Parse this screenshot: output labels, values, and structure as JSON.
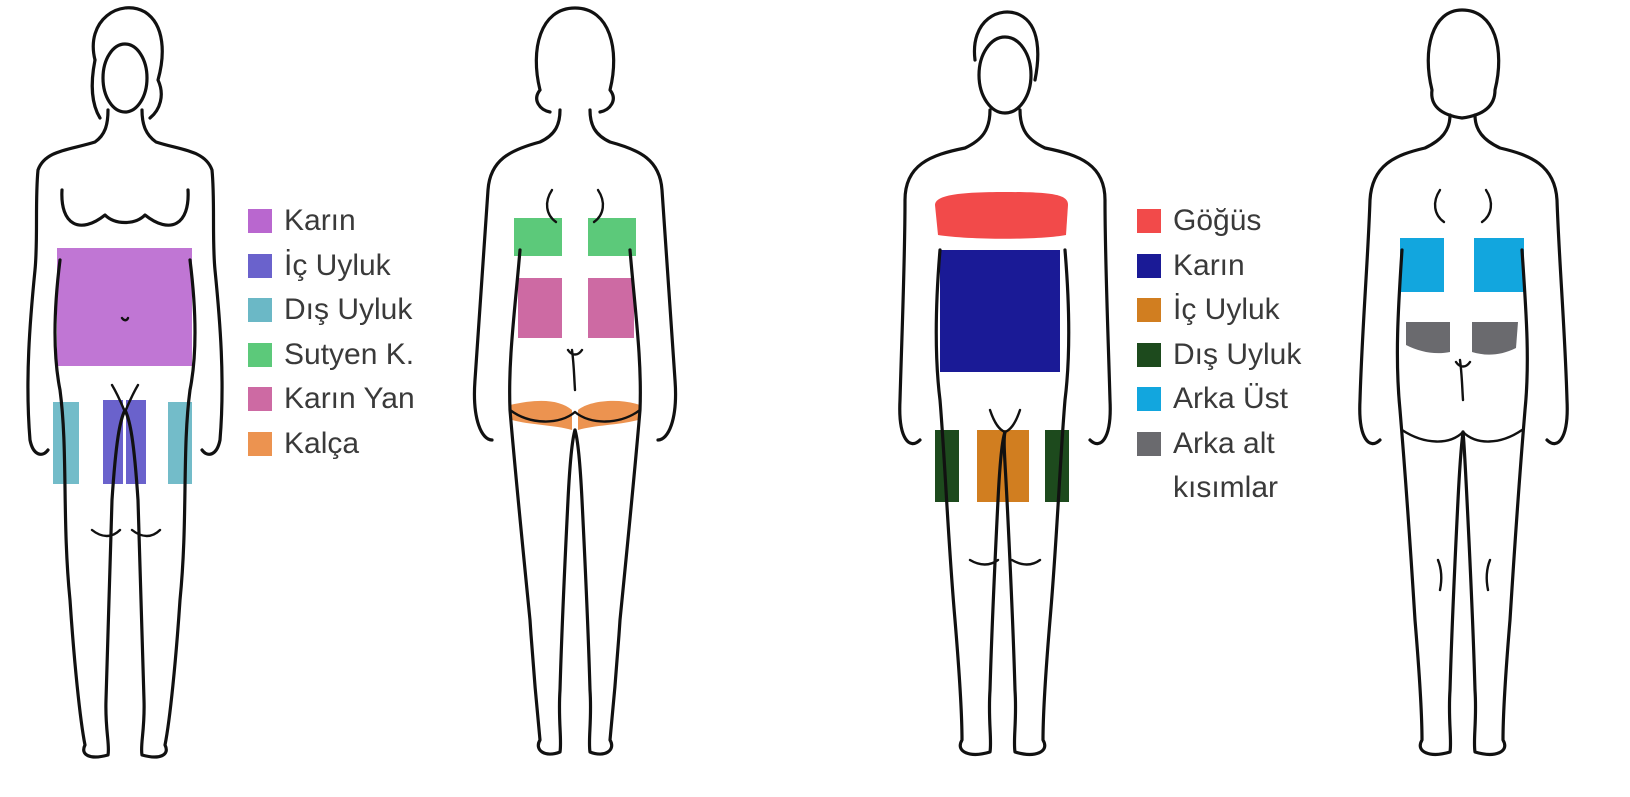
{
  "female": {
    "legend": [
      {
        "label": "Karın",
        "color": "#b967cf"
      },
      {
        "label": "İç Uyluk",
        "color": "#6a62cc"
      },
      {
        "label": "Dış Uyluk",
        "color": "#6bb8c6"
      },
      {
        "label": "Sutyen K.",
        "color": "#5cc97a"
      },
      {
        "label": "Karın Yan",
        "color": "#cd6aa3"
      },
      {
        "label": "Kalça",
        "color": "#ec9350"
      }
    ]
  },
  "male": {
    "legend": [
      {
        "label": "Göğüs",
        "color": "#f24a4a"
      },
      {
        "label": "Karın",
        "color": "#1a1a96"
      },
      {
        "label": "İç Uyluk",
        "color": "#d17e20"
      },
      {
        "label": "Dış Uyluk",
        "color": "#1d4a1d"
      },
      {
        "label": "Arka Üst",
        "color": "#12a6de"
      },
      {
        "label": "Arka alt kısımlar",
        "label_line1": "Arka alt",
        "label_line2": "kısımlar",
        "color": "#6a6a6e"
      }
    ]
  }
}
